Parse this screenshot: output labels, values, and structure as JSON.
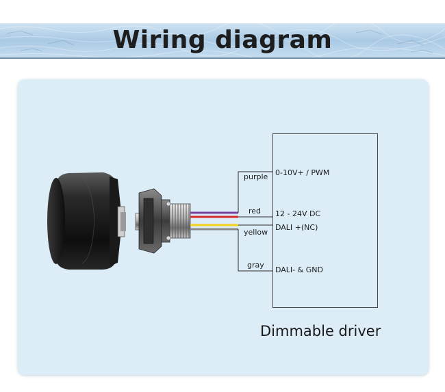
{
  "title": "Wiring diagram",
  "driver": {
    "caption": "Dimmable driver"
  },
  "terminals": [
    "0-10V+ / PWM",
    "12 - 24V DC",
    "DALI +(NC)",
    "DALI- & GND"
  ],
  "wires": [
    {
      "label": "purple",
      "color": "#7a3fa3"
    },
    {
      "label": "red",
      "color": "#d42a2a"
    },
    {
      "label": "yellow",
      "color": "#f2d21a"
    },
    {
      "label": "gray",
      "color": "#8a8a8a"
    }
  ],
  "colors": {
    "banner": "#a9c9e4",
    "panel": "#dcedf8",
    "line": "#2b2b2b"
  },
  "icons": [
    "sensor-head-icon",
    "threaded-connector-icon"
  ]
}
